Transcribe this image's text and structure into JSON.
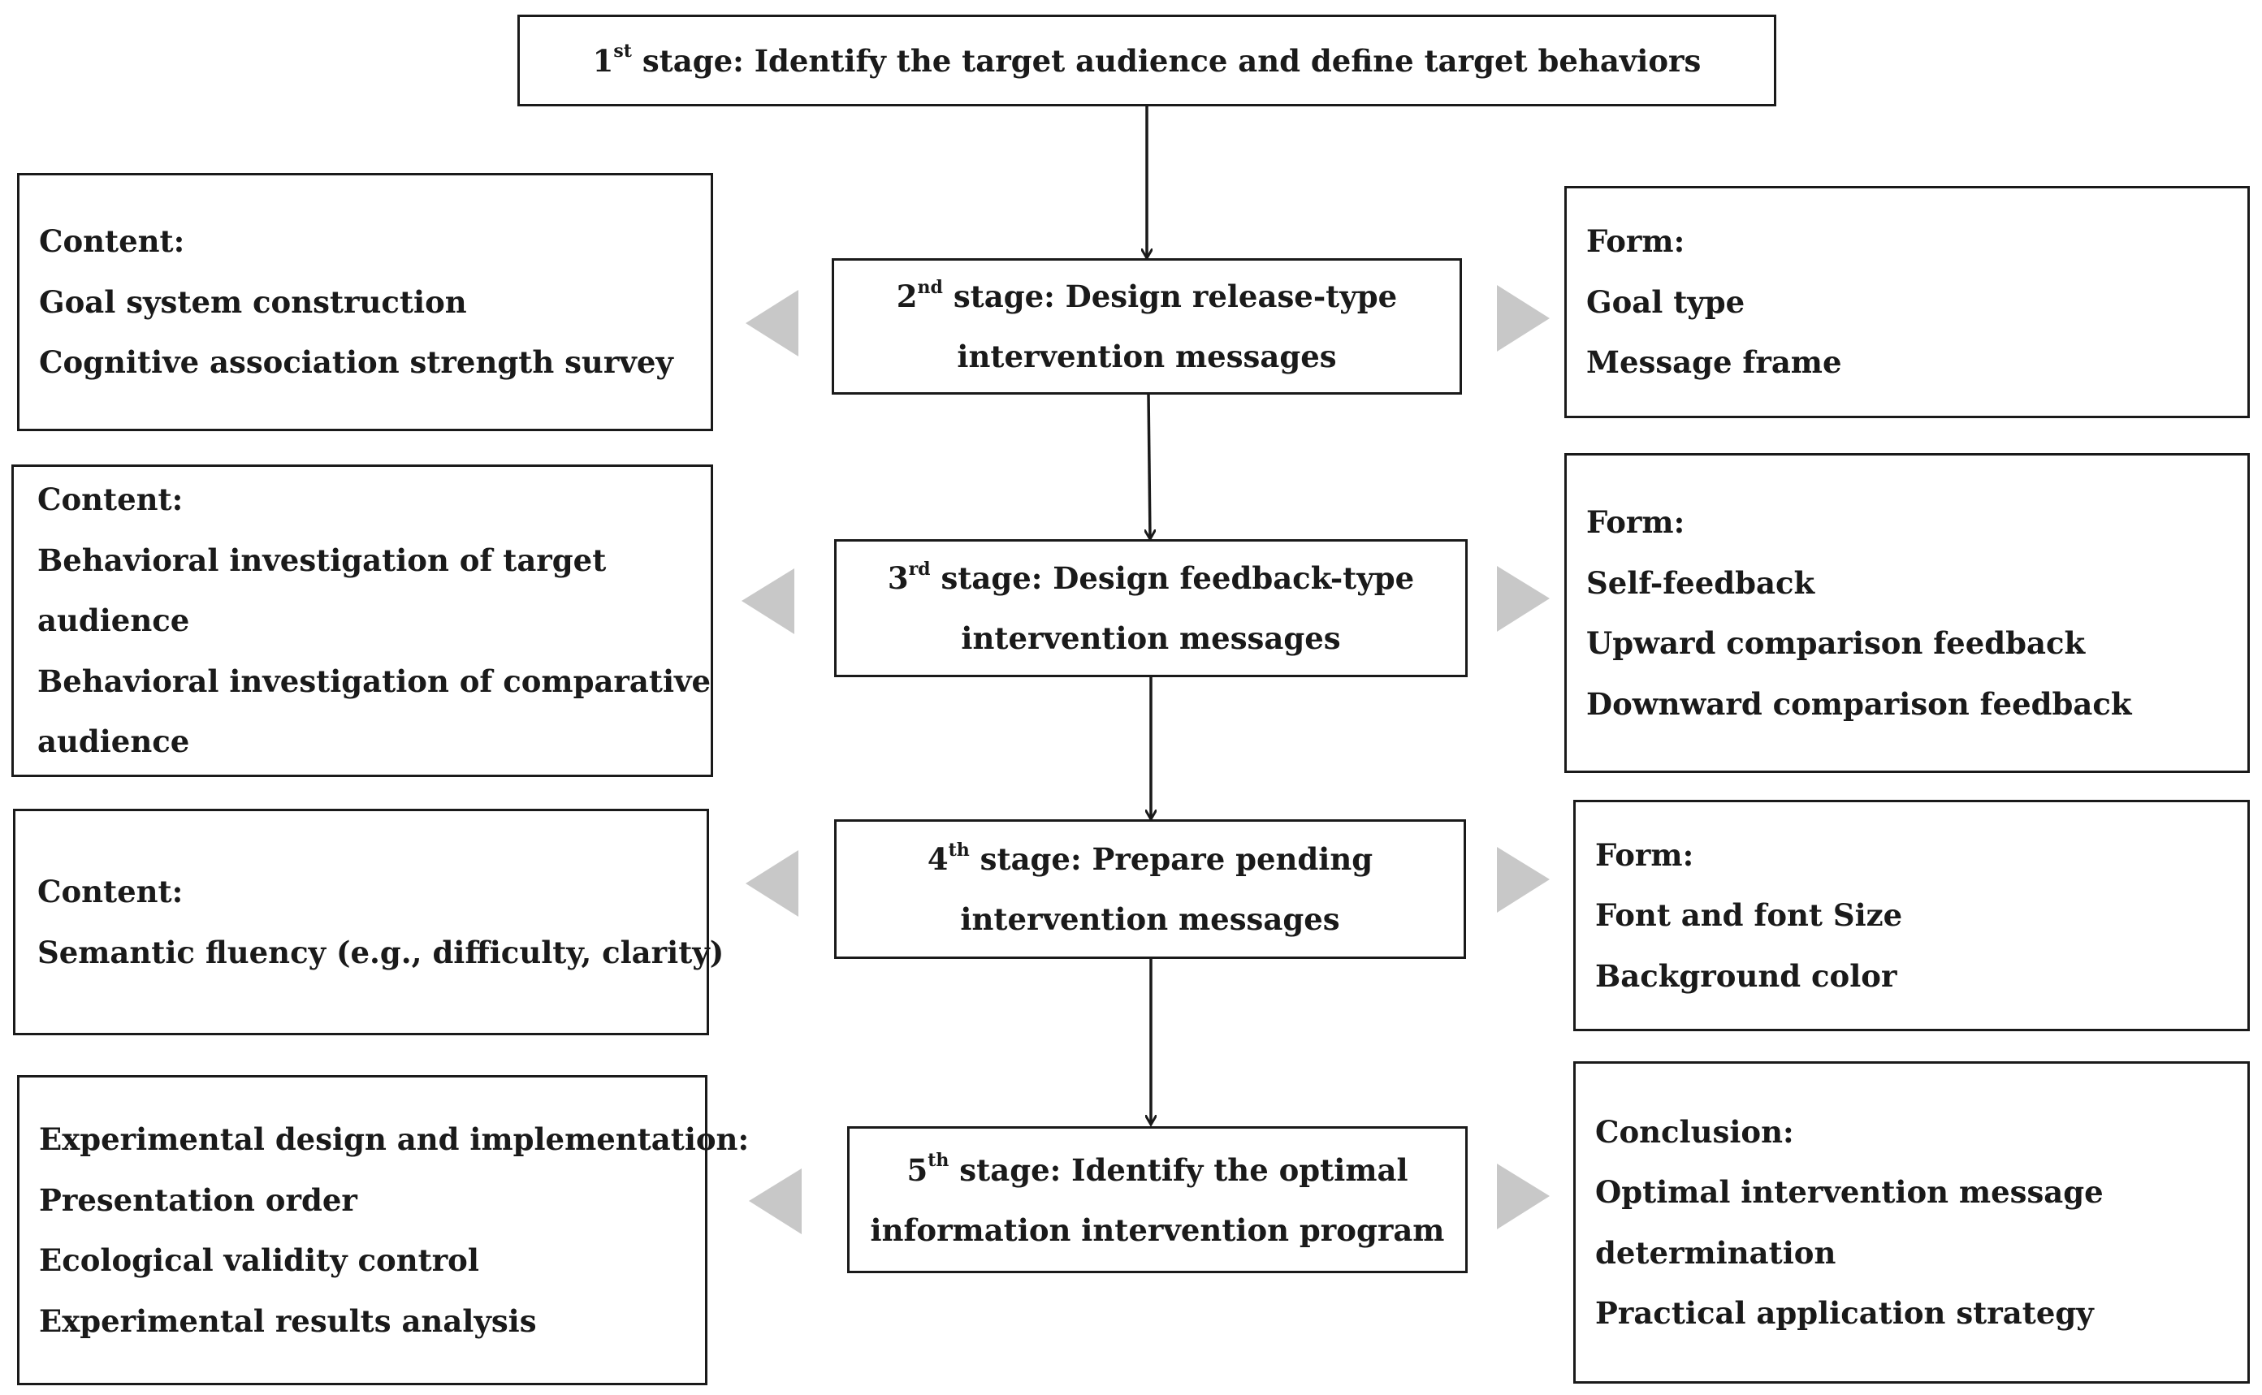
{
  "stages": [
    {
      "ordinal": "1",
      "suffix": "st",
      "lines": [
        "stage: Identify the target audience and define target behaviors"
      ]
    },
    {
      "ordinal": "2",
      "suffix": "nd",
      "lines": [
        "stage: Design release-type",
        "intervention messages"
      ]
    },
    {
      "ordinal": "3",
      "suffix": "rd",
      "lines": [
        "stage: Design feedback-type",
        "intervention messages"
      ]
    },
    {
      "ordinal": "4",
      "suffix": "th",
      "lines": [
        "stage: Prepare pending",
        "intervention messages"
      ]
    },
    {
      "ordinal": "5",
      "suffix": "th",
      "lines": [
        "stage: Identify the optimal",
        "information intervention program"
      ]
    }
  ],
  "left_boxes": [
    [
      "Content:",
      "Goal system construction",
      "Cognitive association strength survey"
    ],
    [
      "Content:",
      "Behavioral investigation of target",
      "audience",
      "Behavioral investigation of comparative",
      "audience"
    ],
    [
      "Content:",
      "Semantic fluency (e.g., difficulty, clarity)"
    ],
    [
      "Experimental design and implementation:",
      "Presentation order",
      "Ecological validity control",
      "Experimental results analysis"
    ]
  ],
  "right_boxes": [
    [
      "Form:",
      "Goal type",
      "Message frame"
    ],
    [
      "Form:",
      "Self-feedback",
      "Upward comparison feedback",
      "Downward comparison feedback"
    ],
    [
      "Form:",
      "Font and font Size",
      "Background color"
    ],
    [
      "Conclusion:",
      "Optimal intervention message",
      "determination",
      "Practical application strategy"
    ]
  ],
  "colors": {
    "border": "#1a1a1a",
    "side_arrow": "#c8c8c8"
  }
}
